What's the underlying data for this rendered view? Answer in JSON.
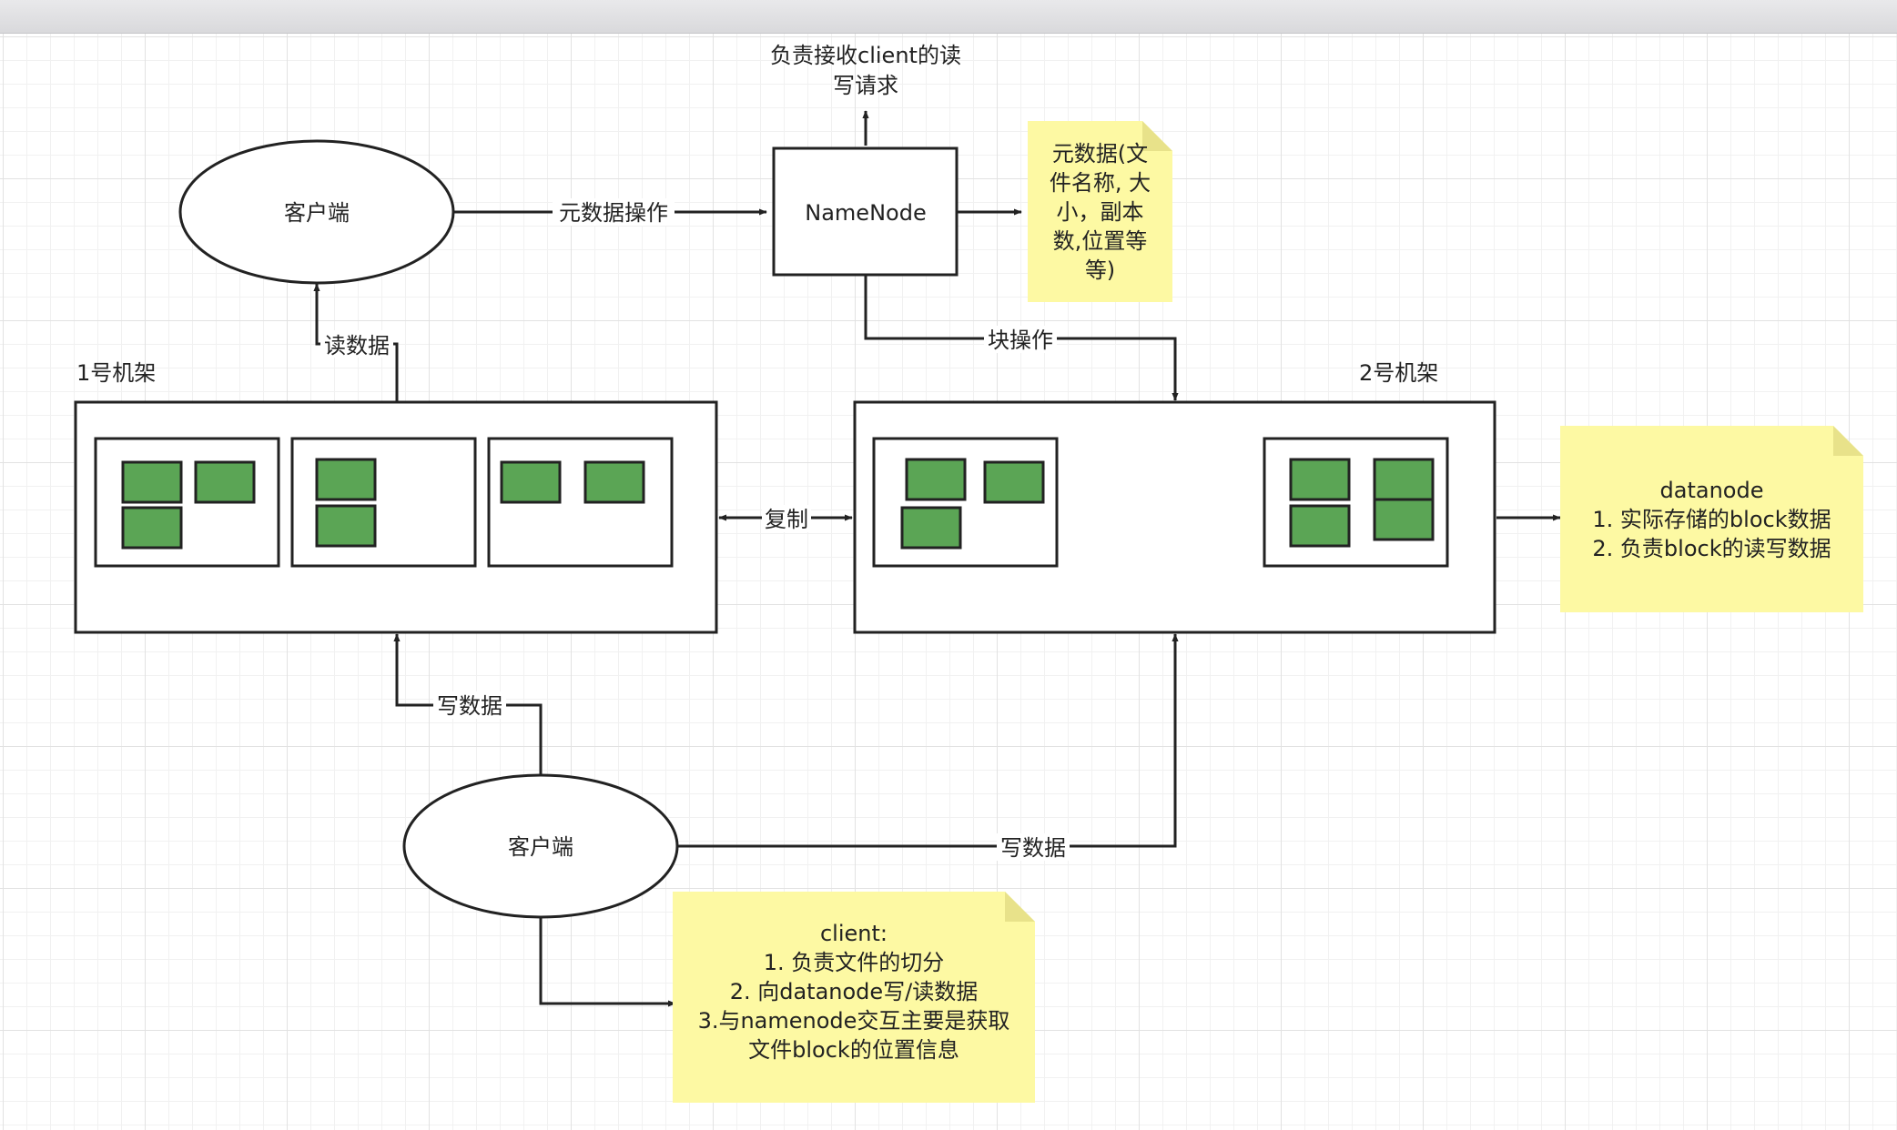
{
  "nodes": {
    "client_top": "客户端",
    "client_bottom": "客户端",
    "namenode": "NameNode",
    "namenode_request": [
      "负责接收client的读",
      "写请求"
    ],
    "rack1_title": "1号机架",
    "rack2_title": "2号机架"
  },
  "edges": {
    "metadata_op": "元数据操作",
    "read_data": "读数据",
    "block_op": "块操作",
    "replicate": "复制",
    "write_data_rack1": "写数据",
    "write_data_rack2": "写数据"
  },
  "notes": {
    "metadata": [
      "元数据(文",
      "件名称, 大",
      "小，副本",
      "数,位置等",
      "等)"
    ],
    "datanode": [
      "datanode",
      "1. 实际存储的block数据",
      "2. 负责block的读写数据"
    ],
    "client": [
      "client:",
      "1. 负责文件的切分",
      "2. 向datanode写/读数据",
      "3.与namenode交互主要是获取",
      "文件block的位置信息"
    ]
  },
  "colors": {
    "block_fill": "#5ba555",
    "note_fill": "#fdf9a3",
    "note_fold": "#e8e28a",
    "stroke": "#222222"
  }
}
